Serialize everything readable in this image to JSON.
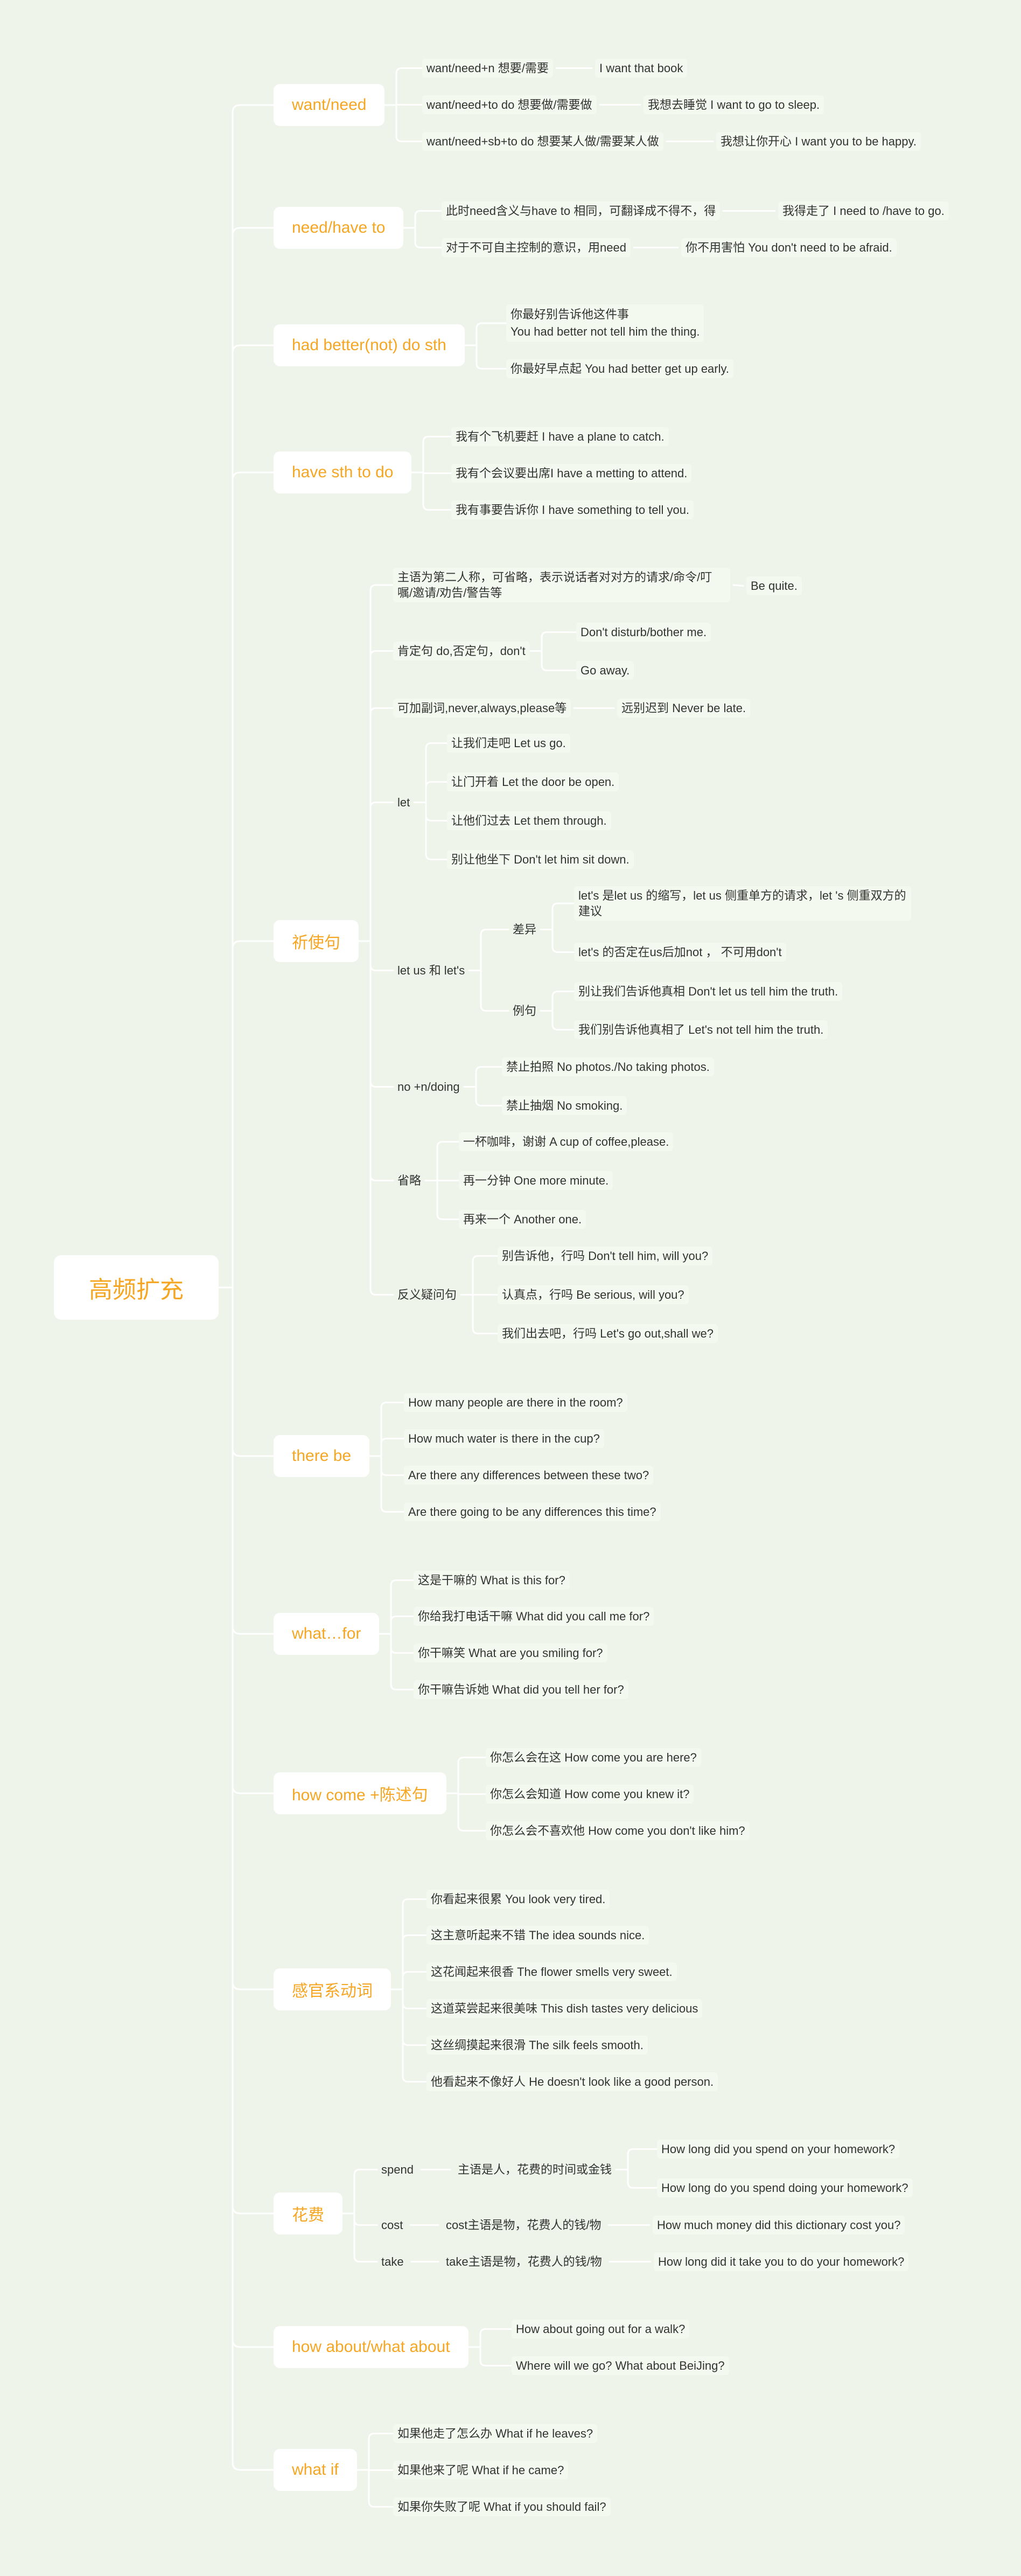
{
  "root": "高频扩充",
  "want_need": {
    "title": "want/need",
    "r1": "want/need+n 想要/需要",
    "e1": "I want that book",
    "r2": "want/need+to do 想要做/需要做",
    "e2": "我想去睡觉 I want to go to sleep.",
    "r3": "want/need+sb+to do 想要某人做/需要某人做",
    "e3": "我想让你开心 I want you to be happy."
  },
  "need_have_to": {
    "title": "need/have to",
    "r1": "此时need含义与have to 相同，可翻译成不得不，得",
    "e1": "我得走了 I need to /have to go.",
    "r2": "对于不可自主控制的意识，用need",
    "e2": "你不用害怕 You don't need to be afraid."
  },
  "had_better": {
    "title": "had better(not) do sth",
    "e1a": "你最好别告诉他这件事",
    "e1b": "You had better not tell him the thing.",
    "e2": "你最好早点起 You had better get up early."
  },
  "have_sth": {
    "title": "have sth to do",
    "e1": "我有个飞机要赶 I have a plane to catch.",
    "e2": "我有个会议要出席I have a metting to attend.",
    "e3": "我有事要告诉你 I have something to tell you."
  },
  "imperative": {
    "title": "祈使句",
    "rule1": "主语为第二人称，可省略，表示说话者对对方的请求/命令/叮嘱/邀请/劝告/警告等",
    "rule1_ex": "Be quite.",
    "rule2": "肯定句 do,否定句，don't",
    "rule2_ex1": "Don't disturb/bother me.",
    "rule2_ex2": "Go away.",
    "rule3": "可加副词,never,always,please等",
    "rule3_ex": "远别迟到 Never be late.",
    "let": "let",
    "let_ex1": "让我们走吧 Let us go.",
    "let_ex2": "让门开着 Let the door be open.",
    "let_ex3": "让他们过去 Let them through.",
    "let_ex4": "别让他坐下 Don't let him sit down.",
    "letus": "let us 和 let's",
    "diff": "差异",
    "diff1": "let's 是let us 的缩写，let us 侧重单方的请求，let 's 侧重双方的建议",
    "diff2": "let's 的否定在us后加not ， 不可用don't",
    "example": "例句",
    "ex1": "别让我们告诉他真相 Don't let us tell him the truth.",
    "ex2": "我们别告诉他真相了 Let's not tell him the truth.",
    "no": "no +n/doing",
    "no_ex1": "禁止拍照 No photos./No taking photos.",
    "no_ex2": "禁止抽烟 No smoking.",
    "omit": "省略",
    "omit_ex1": "一杯咖啡，谢谢 A cup of coffee,please.",
    "omit_ex2": "再一分钟 One more minute.",
    "omit_ex3": "再来一个 Another one.",
    "tag": "反义疑问句",
    "tag_ex1": "别告诉他，行吗 Don't tell him, will you?",
    "tag_ex2": "认真点，行吗 Be serious, will you?",
    "tag_ex3": "我们出去吧，行吗 Let's go out,shall we?"
  },
  "there_be": {
    "title": "there be",
    "e1": "How many people are there in the room?",
    "e2": "How much water is there in the cup?",
    "e3": "Are there any differences between these two?",
    "e4": "Are there going to be any differences this time?"
  },
  "what_for": {
    "title": "what…for",
    "e1": "这是干嘛的 What is this for?",
    "e2": "你给我打电话干嘛 What did you call me for?",
    "e3": "你干嘛笑 What are you smiling for?",
    "e4": "你干嘛告诉她 What did you tell her for?"
  },
  "how_come": {
    "title": "how come +陈述句",
    "e1": "你怎么会在这 How come you are here?",
    "e2": "你怎么会知道 How come you knew it?",
    "e3": "你怎么会不喜欢他 How come you don't like him?"
  },
  "sense": {
    "title": "感官系动词",
    "e1": "你看起来很累 You look very tired.",
    "e2": "这主意听起来不错 The idea sounds nice.",
    "e3": "这花闻起来很香 The flower smells very sweet.",
    "e4": "这道菜尝起来很美味 This dish tastes very delicious",
    "e5": "这丝绸摸起来很滑 The silk feels smooth.",
    "e6": "他看起来不像好人 He doesn't look like a good person."
  },
  "spend_cost": {
    "title": "花费",
    "spend": "spend",
    "spend_rule": "主语是人，花费的时间或金钱",
    "spend_ex1": "How long did you spend on your homework?",
    "spend_ex2": "How long do you spend doing your homework?",
    "cost": "cost",
    "cost_rule": "cost主语是物，花费人的钱/物",
    "cost_ex": "How much money did this dictionary cost you?",
    "take": "take",
    "take_rule": "take主语是物，花费人的钱/物",
    "take_ex": "How long did it take you to do your homework?"
  },
  "how_about": {
    "title": "how about/what about",
    "e1": "How about going out for a walk?",
    "e2": "Where will we go? What about BeiJing?"
  },
  "what_if": {
    "title": "what if",
    "e1": "如果他走了怎么办 What if he leaves?",
    "e2": "如果他来了呢 What if he came?",
    "e3": "如果你失败了呢 What if you should fail?"
  },
  "colors": {
    "accent": "#f5a623",
    "background": "#eef4e9",
    "node": "#f4f9ef"
  }
}
